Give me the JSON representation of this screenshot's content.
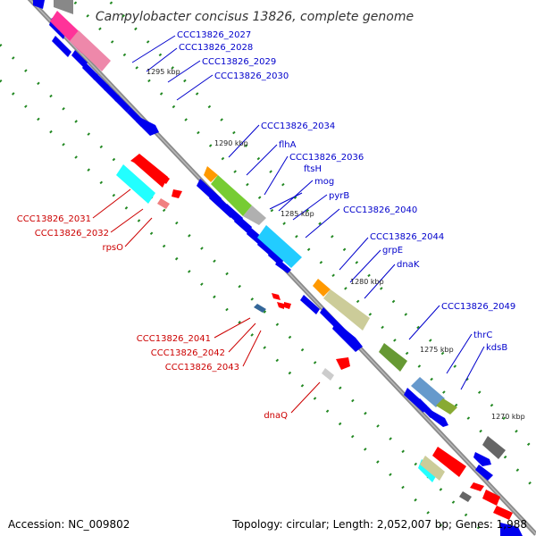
{
  "title": "Campylobacter concisus 13826, complete genome",
  "accession": "Accession: NC_009802",
  "topology": "Topology: circular; Length: 2,052,007 bp; Genes: 1,988",
  "colors": {
    "forward_label": "#0000cc",
    "reverse_label": "#cc0000",
    "backbone": "#808080",
    "tick": "#228822"
  },
  "kbp_ticks": [
    "1295 kbp",
    "1290 kbp",
    "1285 kbp",
    "1280 kbp",
    "1275 kbp",
    "1270 kbp"
  ],
  "forward_labels": [
    "CCC13826_2027",
    "CCC13826_2028",
    "CCC13826_2029",
    "CCC13826_2030",
    "CCC13826_2034",
    "flhA",
    "CCC13826_2036",
    "ftsH",
    "mog",
    "pyrB",
    "CCC13826_2040",
    "CCC13826_2044",
    "grpE",
    "dnaK",
    "CCC13826_2049",
    "thrC",
    "kdsB"
  ],
  "reverse_labels": [
    "CCC13826_2031",
    "CCC13826_2032",
    "rpsO",
    "CCC13826_2041",
    "CCC13826_2042",
    "CCC13826_2043",
    "dnaQ"
  ]
}
